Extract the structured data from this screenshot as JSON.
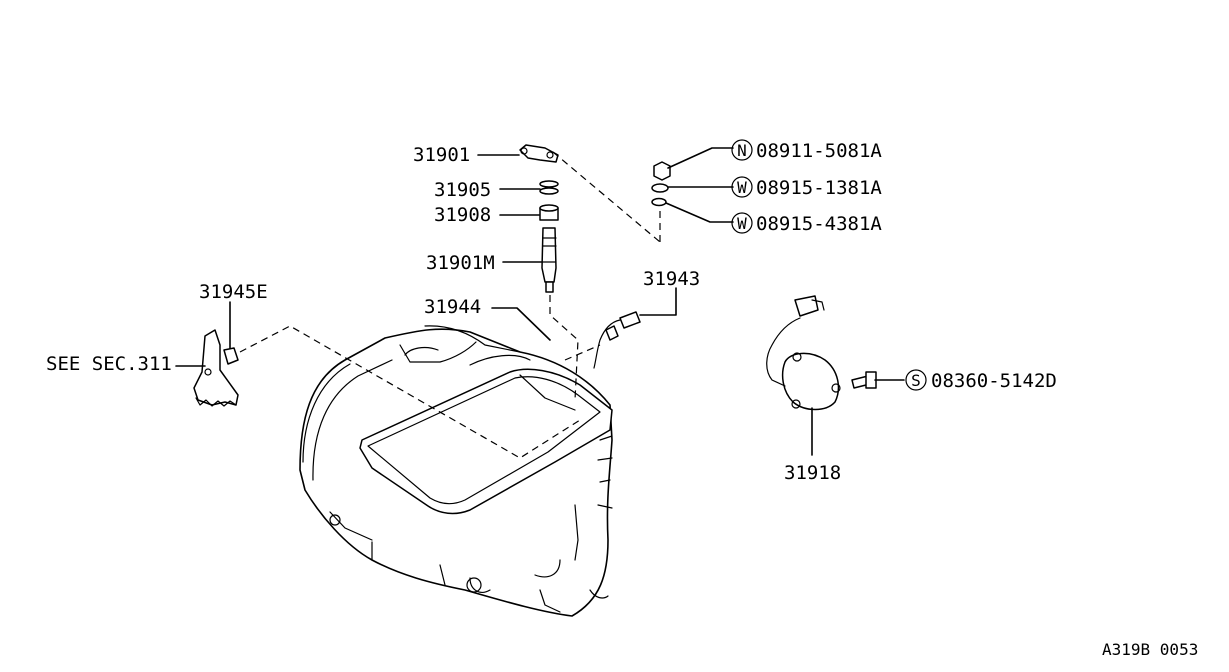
{
  "labels": {
    "p31901": "31901",
    "p31905": "31905",
    "p31908": "31908",
    "p31901M": "31901M",
    "p31944": "31944",
    "p31943": "31943",
    "p31945E": "31945E",
    "see_sec": "SEE SEC.311",
    "p31918": "31918",
    "nut_08911": "08911-5081A",
    "washer_08915_1381": "08915-1381A",
    "washer_08915_4381": "08915-4381A",
    "screw_08360": "08360-5142D"
  },
  "symbols": {
    "nut": "N",
    "washer_a": "W",
    "washer_b": "W",
    "screw": "S"
  },
  "footer": {
    "figure_code": "A319B 0053"
  }
}
